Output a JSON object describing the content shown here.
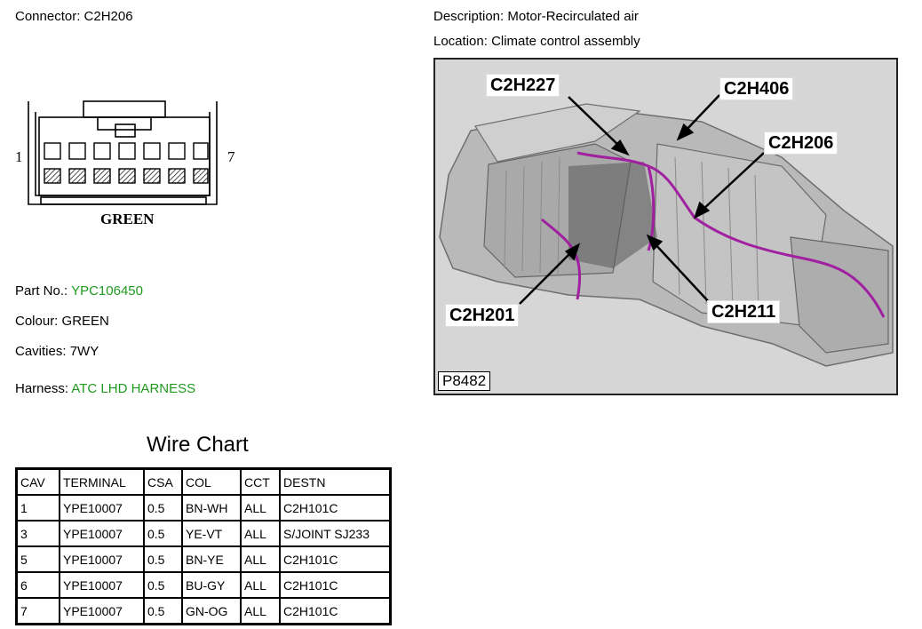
{
  "connector": {
    "label": "Connector:",
    "value": "C2H206"
  },
  "description": {
    "label": "Description:",
    "value": "Motor-Recirculated air"
  },
  "location": {
    "label": "Location:",
    "value": "Climate control assembly"
  },
  "diagram": {
    "pin_first": "1",
    "pin_last": "7",
    "color_caption": "GREEN"
  },
  "part_no": {
    "label": "Part No.:",
    "value": "YPC106450"
  },
  "colour": {
    "label": "Colour:",
    "value": "GREEN"
  },
  "cavities": {
    "label": "Cavities:",
    "value": "7WY"
  },
  "harness": {
    "label": "Harness:",
    "value": "ATC LHD HARNESS"
  },
  "wire_chart": {
    "title": "Wire Chart",
    "headers": [
      "CAV",
      "TERMINAL",
      "CSA",
      "COL",
      "CCT",
      "DESTN"
    ],
    "rows": [
      [
        "1",
        "YPE10007",
        "0.5",
        "BN-WH",
        "ALL",
        "C2H101C"
      ],
      [
        "3",
        "YPE10007",
        "0.5",
        "YE-VT",
        "ALL",
        "S/JOINT SJ233"
      ],
      [
        "5",
        "YPE10007",
        "0.5",
        "BN-YE",
        "ALL",
        "C2H101C"
      ],
      [
        "6",
        "YPE10007",
        "0.5",
        "BU-GY",
        "ALL",
        "C2H101C"
      ],
      [
        "7",
        "YPE10007",
        "0.5",
        "GN-OG",
        "ALL",
        "C2H101C"
      ]
    ]
  },
  "photo": {
    "callouts": [
      "C2H227",
      "C2H406",
      "C2H206",
      "C2H201",
      "C2H211"
    ],
    "figure_id": "P8482"
  },
  "colors": {
    "accent_green": "#1f9a1f",
    "harness_purple": "#a020a0"
  }
}
